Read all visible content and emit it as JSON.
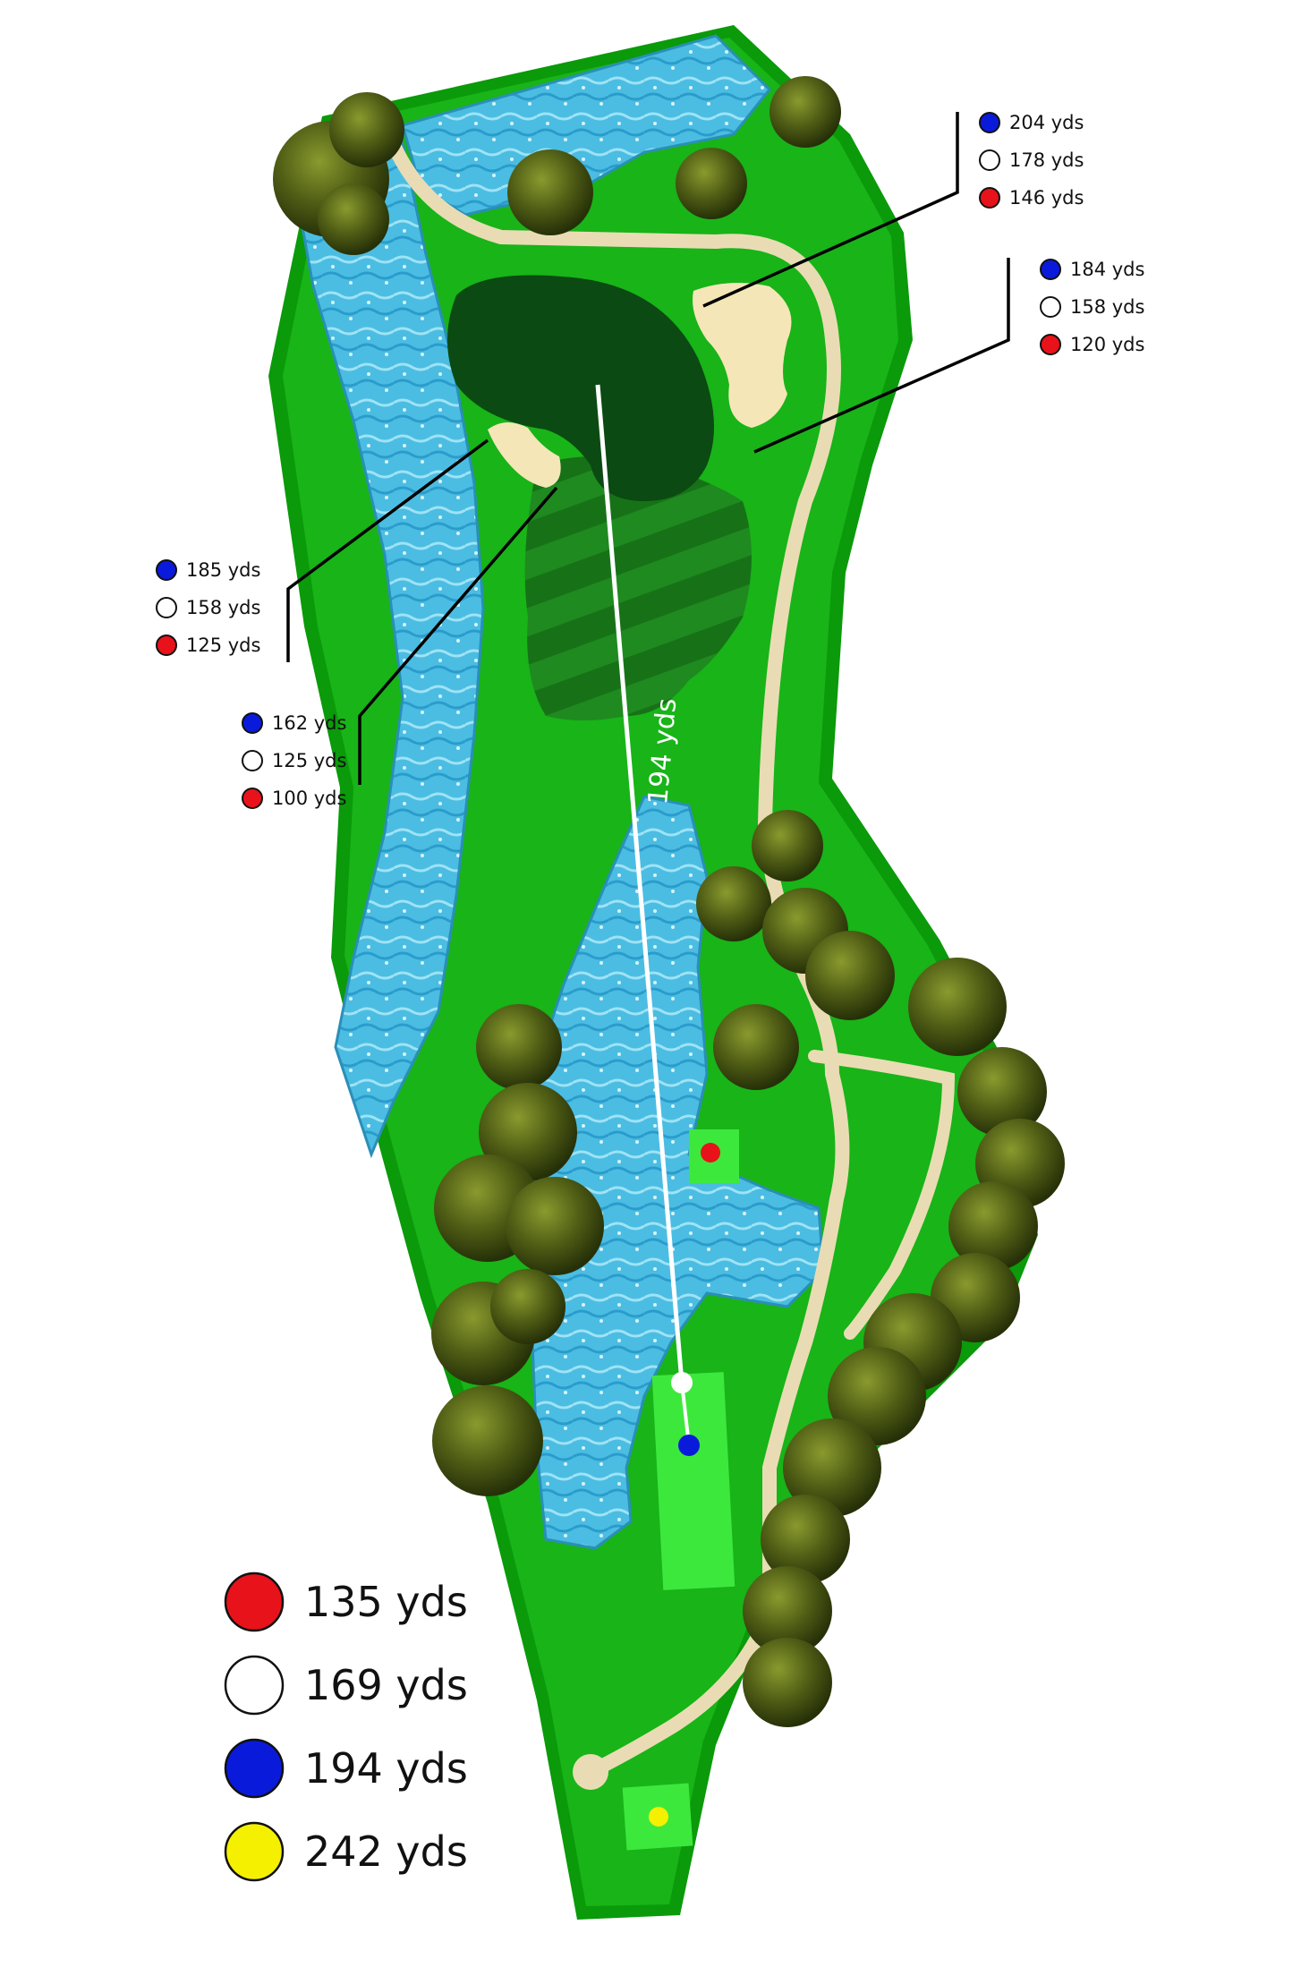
{
  "colors": {
    "blue": "#0a1adb",
    "white": "#ffffff",
    "red": "#e8121a",
    "yellow": "#f5f000",
    "fairway": "#14b214",
    "rough_edge": "#0a8a0a",
    "water": "#58c8e8",
    "water_deep": "#2ea0cc",
    "green_dark": "#0a4a12",
    "approach": "#1a7a1a",
    "sand": "#f3e5b8",
    "path": "#f0e4c0",
    "tree": "#4d5a12",
    "tee_box": "#3de83d"
  },
  "shot_line": {
    "label": "194 yds"
  },
  "callouts": [
    {
      "name": "callout-top-right",
      "items": [
        {
          "color": "blue",
          "label": "204 yds"
        },
        {
          "color": "white",
          "label": "178 yds"
        },
        {
          "color": "red",
          "label": "146 yds"
        }
      ]
    },
    {
      "name": "callout-right-middle",
      "items": [
        {
          "color": "blue",
          "label": "184 yds"
        },
        {
          "color": "white",
          "label": "158 yds"
        },
        {
          "color": "red",
          "label": "120 yds"
        }
      ]
    },
    {
      "name": "callout-left-upper",
      "items": [
        {
          "color": "blue",
          "label": "185 yds"
        },
        {
          "color": "white",
          "label": "158 yds"
        },
        {
          "color": "red",
          "label": "125 yds"
        }
      ]
    },
    {
      "name": "callout-left-lower",
      "items": [
        {
          "color": "blue",
          "label": "162 yds"
        },
        {
          "color": "white",
          "label": "125 yds"
        },
        {
          "color": "red",
          "label": "100 yds"
        }
      ]
    }
  ],
  "legend": [
    {
      "color": "red",
      "label": "135 yds"
    },
    {
      "color": "white",
      "label": "169 yds"
    },
    {
      "color": "blue",
      "label": "194 yds"
    },
    {
      "color": "yellow",
      "label": "242 yds"
    }
  ]
}
